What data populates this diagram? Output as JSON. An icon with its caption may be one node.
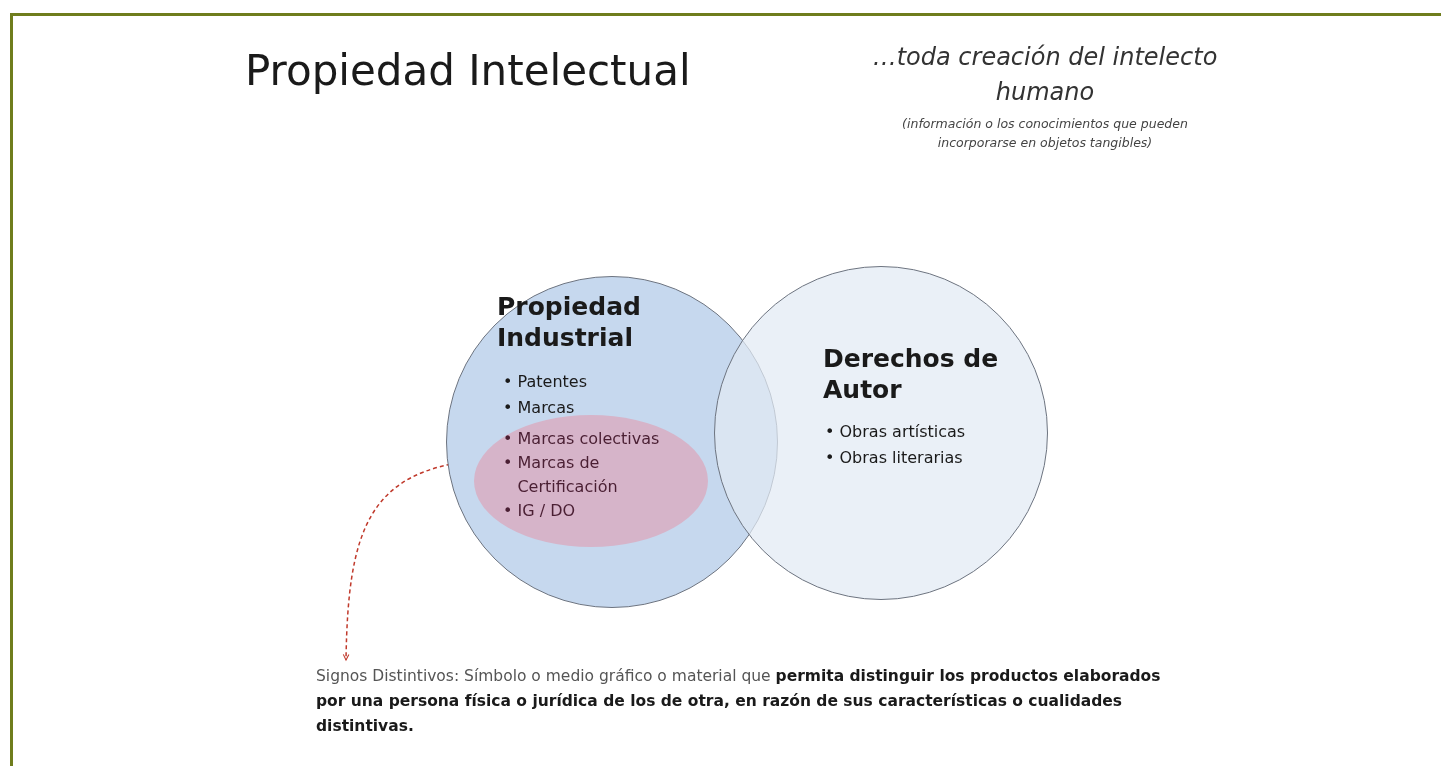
{
  "diagram": {
    "title": "Propiedad Intelectual",
    "nodes": [
      {
        "text": [
          "Propiedad Industrial",
          "• Patentes",
          "• Marcas"
        ]
      },
      {
        "text": [
          "• Marcas colectivas",
          "• Marcas de Certificación",
          "• IG / DO"
        ],
        "in": 0
      },
      {
        "text": [
          "Derechos de Autor",
          "• Obras artísticas",
          "• Obras literarias"
        ]
      },
      {
        "text": [
          "Signos Distintivos: Símbolo o medio gráfico o material que **permita distinguir los productos elaborados por una persona física o jurídica de los de otra, en razón de sus características o cualidades distintivas.**"
        ]
      }
    ],
    "edges": [
      {
        "from": 1,
        "to": 3,
        "arrow": "to",
        "style": "dashed",
        "color": "#c0392b"
      }
    ],
    "labels": [
      "…toda creación del intelecto humano",
      "(información o los conocimientos que pueden incorporarse en objetos tangibles)"
    ]
  }
}
